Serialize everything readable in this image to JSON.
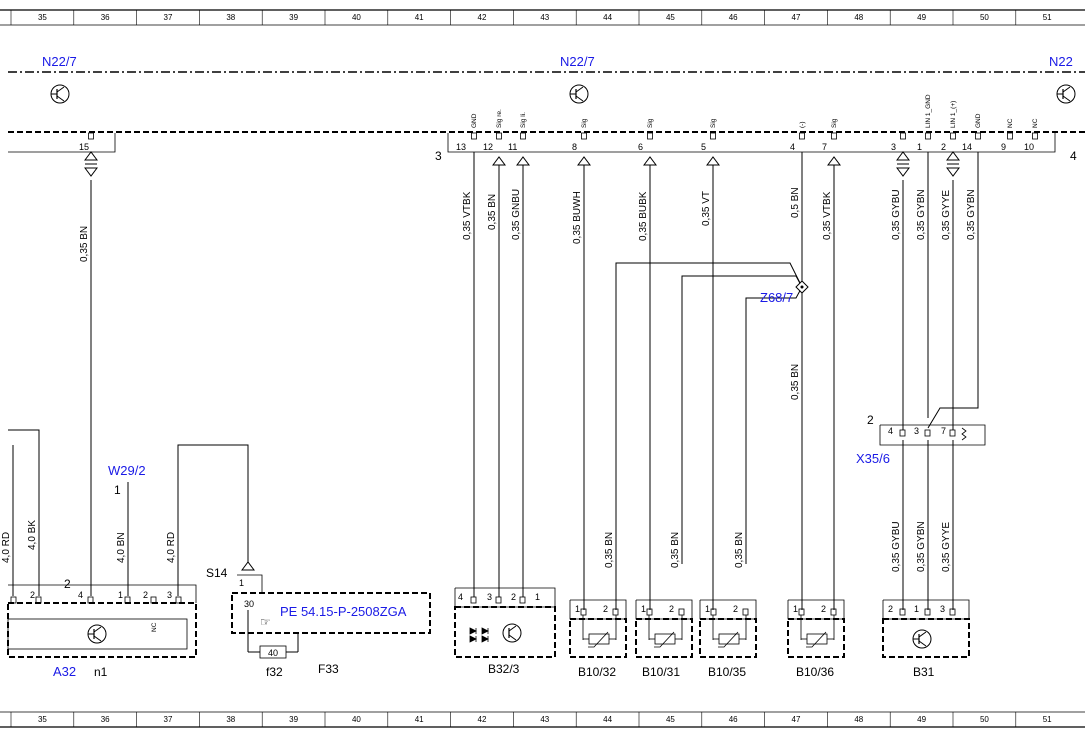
{
  "ruler": {
    "columns": [
      "35",
      "36",
      "37",
      "38",
      "39",
      "40",
      "41",
      "42",
      "43",
      "44",
      "45",
      "46",
      "47",
      "48",
      "49",
      "50",
      "51"
    ]
  },
  "modules": {
    "n22_left": "N22/7",
    "n22_mid": "N22/7",
    "n22_right": "N22"
  },
  "connector_main": {
    "left_number": "3",
    "right_number": "4",
    "pins": [
      {
        "num": "15",
        "sig": ""
      },
      {
        "num": "13",
        "sig": "GND"
      },
      {
        "num": "12",
        "sig": "Sig re."
      },
      {
        "num": "11",
        "sig": "Sig li."
      },
      {
        "num": "8",
        "sig": "Sig"
      },
      {
        "num": "6",
        "sig": "Sig"
      },
      {
        "num": "5",
        "sig": "Sig"
      },
      {
        "num": "4",
        "sig": "(-)"
      },
      {
        "num": "7",
        "sig": "Sig"
      },
      {
        "num": "3",
        "sig": ""
      },
      {
        "num": "1",
        "sig": "LIN 1_GND"
      },
      {
        "num": "2",
        "sig": "LIN 1_(+)"
      },
      {
        "num": "14",
        "sig": "GND"
      },
      {
        "num": "9",
        "sig": "NC"
      },
      {
        "num": "10",
        "sig": "NC"
      }
    ]
  },
  "wires": {
    "w15": "0,35 BN",
    "w13": "0,35 VTBK",
    "w12": "0,35 BN",
    "w11": "0,35 GNBU",
    "w8": "0,35 BUWH",
    "w6": "0,35 BUBK",
    "w5": "0,35 VT",
    "w4": "0,5 BN",
    "w7": "0,35 VTBK",
    "w3": "0,35 GYBU",
    "w1": "0,35 GYBN",
    "w2": "0,35 GYYE",
    "w14": "0,35 GYBN",
    "z_down": "0,35 BN",
    "b1032": "0,35 BN",
    "b1031": "0,35 BN",
    "b1035": "0,35 BN",
    "x_gybu": "0,35 GYBU",
    "x_gybn": "0,35 GYBN",
    "x_gyye": "0,35 GYYE",
    "a32_rd1": "4,0 RD",
    "a32_bk": "4,0 BK",
    "a32_bn": "4,0 BN",
    "a32_rd2": "4,0 RD"
  },
  "splice": "Z68/7",
  "x356": {
    "label": "X35/6",
    "side": "2",
    "pins": [
      "4",
      "3",
      "7"
    ]
  },
  "w292": {
    "label": "W29/2",
    "pin": "1"
  },
  "a32": {
    "label": "A32",
    "sub": "n1",
    "side": "2",
    "pins": [
      "2",
      "4",
      "1",
      "2",
      "3"
    ],
    "nc": "NC"
  },
  "s14": {
    "label": "S14",
    "pin1": "1",
    "pin30": "30"
  },
  "f33": {
    "label": "F33",
    "fuse": "f32",
    "fuse_value": "40",
    "ref": "PE 54.15-P-2508ZGA"
  },
  "components": {
    "b323": {
      "label": "B32/3",
      "pins": [
        "4",
        "3",
        "2",
        "1"
      ]
    },
    "b1032": {
      "label": "B10/32",
      "pins": [
        "1",
        "2"
      ]
    },
    "b1031": {
      "label": "B10/31",
      "pins": [
        "1",
        "2"
      ]
    },
    "b1035": {
      "label": "B10/35",
      "pins": [
        "1",
        "2"
      ]
    },
    "b1036": {
      "label": "B10/36",
      "pins": [
        "1",
        "2"
      ]
    },
    "b31": {
      "label": "B31",
      "pins": [
        "2",
        "1",
        "3"
      ]
    }
  }
}
